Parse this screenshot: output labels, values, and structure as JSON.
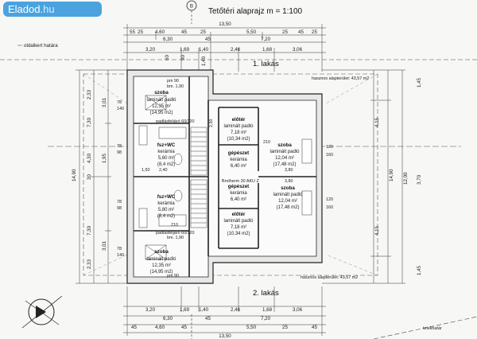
{
  "watermark": {
    "brand": "Eladod",
    "tld": ".hu"
  },
  "plan": {
    "axis_marker": "B",
    "title": "Tetőtéri alaprajz  m = 1:100",
    "neighbor_label": "oldalkert határa",
    "lot_label": "telekhatár",
    "unit1": "1. lakás",
    "unit2": "2. lakás",
    "area_top": "hasznos alapterület: 43,57 m2",
    "area_bottom": "hasznos alapterület: 43,57 m2",
    "dims_top": {
      "overall": "13,50",
      "row1": [
        "55",
        "25",
        "4,60",
        "45",
        "25",
        "5,50",
        "25",
        "45",
        "25"
      ],
      "row2": [
        "6,30",
        "45",
        "7,20"
      ],
      "row3": [
        "3,20",
        "1,69",
        "1,40",
        "2,46",
        "1,68",
        "3,06"
      ],
      "ticks": [
        "60",
        "90",
        "1,40"
      ]
    },
    "dims_bottom": {
      "overall": "13,50",
      "row1": [
        "3,20",
        "1,69",
        "1,40",
        "2,46",
        "1,68",
        "3,06"
      ],
      "row2": [
        "6,30",
        "45",
        "7,20"
      ],
      "row3": [
        "45",
        "4,60",
        "45",
        "5,50",
        "25",
        "45"
      ]
    },
    "dims_left_outer": "14,90",
    "dims_left_a": [
      "7,30",
      "2,33",
      "4,30",
      "30",
      "7,30",
      "2,33"
    ],
    "dims_left_b": [
      "3,01",
      "1,95",
      "3,01"
    ],
    "dims_right_outer": "14,90",
    "dims_right_a": [
      "4,15",
      "12,00",
      "4,15"
    ],
    "dims_right_b": [
      "1,45",
      "3,70",
      "1,45"
    ],
    "rooms": [
      {
        "name": "szoba",
        "floor": "laminált padló",
        "area": "12,35 m²",
        "area2": "(14,95 m2)"
      },
      {
        "name": "fsz+WC",
        "floor": "kerámia",
        "area": "5,60 m²",
        "area2": "(8,4 m2)"
      },
      {
        "name": "fsz+WC",
        "floor": "kerámia",
        "area": "5,80 m²",
        "area2": "(8,4 m2)"
      },
      {
        "name": "szoba",
        "floor": "laminált padló",
        "area": "12,35 m²",
        "area2": "(14,95 m2)"
      },
      {
        "name": "előtér",
        "floor": "laminált padló",
        "area": "7,18 m²",
        "area2": "(10,34 m2)"
      },
      {
        "name": "gépészet",
        "floor": "kerámia",
        "area": "6,40 m²",
        "area2": ""
      },
      {
        "name": "szoba",
        "floor": "laminált padló",
        "area": "12,04 m²",
        "area2": "(17,48 m2)"
      },
      {
        "name": "gépészet",
        "floor": "kerámia",
        "area": "6,40 m²",
        "area2": ""
      },
      {
        "name": "szoba",
        "floor": "laminált padló",
        "area": "12,04 m²",
        "area2": "(17,48 m2)"
      },
      {
        "name": "előtér",
        "floor": "laminált padló",
        "area": "7,18 m²",
        "area2": "(10,34 m2)"
      }
    ],
    "misc": {
      "pm90_a": "pm 90",
      "bm190_a": "bm. 1,90",
      "pm90_b": "pm 90",
      "bm190_b": "bm. 1,90",
      "ladder_a": "padlásfeljáró 60/120",
      "ladder_b": "padlásfeljáró 60/120",
      "door_a": "210",
      "door_b": "210",
      "roof_window": "Brotherm 30 AKU Z",
      "w1": "120",
      "w2": "160",
      "w3": "120",
      "w4": "160",
      "d1": "2,40",
      "d2": "1,50",
      "d3": "3,80",
      "d4": "3,80",
      "d5": "2,50",
      "r1": "78",
      "r2": "140",
      "r3": "78",
      "r4": "98",
      "r5": "78",
      "r6": "98",
      "r7": "78",
      "r8": "140"
    }
  }
}
